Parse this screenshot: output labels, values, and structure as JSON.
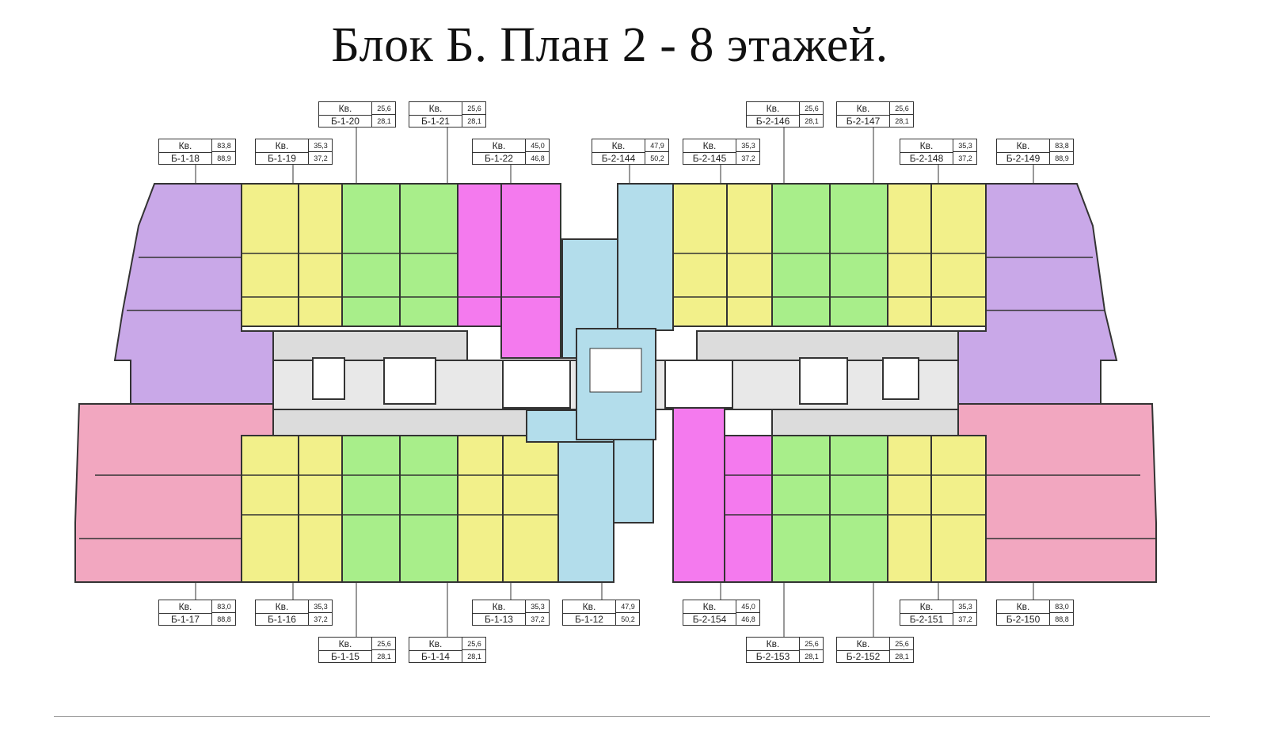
{
  "title": "Блок Б. План 2 - 8 этажей.",
  "colors": {
    "purple": "#C9A8E8",
    "yellow": "#F2F08A",
    "green": "#A8EE8A",
    "magenta": "#F47AEE",
    "blue": "#B3DDEB",
    "pink": "#F2A7C0",
    "corridor": "#DCDCDC",
    "wall": "#333333"
  },
  "apartments": [
    {
      "label": "Кв.",
      "number": "Б-1-18",
      "area1": "83,8",
      "area2": "88,9"
    },
    {
      "label": "Кв.",
      "number": "Б-1-19",
      "area1": "35,3",
      "area2": "37,2"
    },
    {
      "label": "Кв.",
      "number": "Б-1-20",
      "area1": "25,6",
      "area2": "28,1"
    },
    {
      "label": "Кв.",
      "number": "Б-1-21",
      "area1": "25,6",
      "area2": "28,1"
    },
    {
      "label": "Кв.",
      "number": "Б-1-22",
      "area1": "45,0",
      "area2": "46,8"
    },
    {
      "label": "Кв.",
      "number": "Б-2-144",
      "area1": "47,9",
      "area2": "50,2"
    },
    {
      "label": "Кв.",
      "number": "Б-2-145",
      "area1": "35,3",
      "area2": "37,2"
    },
    {
      "label": "Кв.",
      "number": "Б-2-146",
      "area1": "25,6",
      "area2": "28,1"
    },
    {
      "label": "Кв.",
      "number": "Б-2-147",
      "area1": "25,6",
      "area2": "28,1"
    },
    {
      "label": "Кв.",
      "number": "Б-2-148",
      "area1": "35,3",
      "area2": "37,2"
    },
    {
      "label": "Кв.",
      "number": "Б-2-149",
      "area1": "83,8",
      "area2": "88,9"
    },
    {
      "label": "Кв.",
      "number": "Б-1-17",
      "area1": "83,0",
      "area2": "88,8"
    },
    {
      "label": "Кв.",
      "number": "Б-1-16",
      "area1": "35,3",
      "area2": "37,2"
    },
    {
      "label": "Кв.",
      "number": "Б-1-15",
      "area1": "25,6",
      "area2": "28,1"
    },
    {
      "label": "Кв.",
      "number": "Б-1-14",
      "area1": "25,6",
      "area2": "28,1"
    },
    {
      "label": "Кв.",
      "number": "Б-1-13",
      "area1": "35,3",
      "area2": "37,2"
    },
    {
      "label": "Кв.",
      "number": "Б-1-12",
      "area1": "47,9",
      "area2": "50,2"
    },
    {
      "label": "Кв.",
      "number": "Б-2-154",
      "area1": "45,0",
      "area2": "46,8"
    },
    {
      "label": "Кв.",
      "number": "Б-2-153",
      "area1": "25,6",
      "area2": "28,1"
    },
    {
      "label": "Кв.",
      "number": "Б-2-152",
      "area1": "25,6",
      "area2": "28,1"
    },
    {
      "label": "Кв.",
      "number": "Б-2-151",
      "area1": "35,3",
      "area2": "37,2"
    },
    {
      "label": "Кв.",
      "number": "Б-2-150",
      "area1": "83,0",
      "area2": "88,8"
    }
  ]
}
